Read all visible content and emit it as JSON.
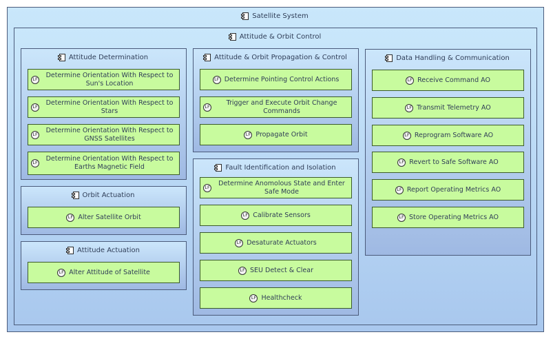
{
  "icons": {
    "component": "component-icon",
    "function": "function-icon",
    "function_glyph": "LF"
  },
  "colors": {
    "container_fill": "#b9d7f4",
    "function_fill": "#c8fb9e",
    "border": "#4a5a7a",
    "text": "#2f3d57"
  },
  "system": {
    "title": "Satellite System"
  },
  "aoc": {
    "title": "Attitude & Orbit Control"
  },
  "attitude_determination": {
    "title": "Attitude Determination",
    "functions": [
      "Determine Orientation With Respect to Sun's Location",
      "Determine Orientation With Respect to Stars",
      "Determine Orientation With Respect to GNSS Satellites",
      "Determine Orientation With Respect to Earths Magnetic Field"
    ]
  },
  "orbit_actuation": {
    "title": "Orbit Actuation",
    "functions": [
      "Alter Satellite Orbit"
    ]
  },
  "attitude_actuation": {
    "title": "Attitude Actuation",
    "functions": [
      "Alter Attitude of Satellite"
    ]
  },
  "propagation": {
    "title": "Attitude & Orbit Propagation & Control",
    "functions": [
      "Determine Pointing Control Actions",
      "Trigger and Execute Orbit Change Commands",
      "Propagate Orbit"
    ]
  },
  "fdir": {
    "title": "Fault Identification and Isolation",
    "functions": [
      "Determine Anomolous State and Enter Safe Mode",
      "Calibrate Sensors",
      "Desaturate Actuators",
      "SEU Detect & Clear",
      "Healthcheck"
    ]
  },
  "data_handling": {
    "title": "Data Handling & Communication",
    "functions": [
      "Receive Command AO",
      "Transmit Telemetry AO",
      "Reprogram Software AO",
      "Revert to Safe Software AO",
      "Report Operating Metrics AO",
      "Store Operating Metrics AO"
    ]
  }
}
